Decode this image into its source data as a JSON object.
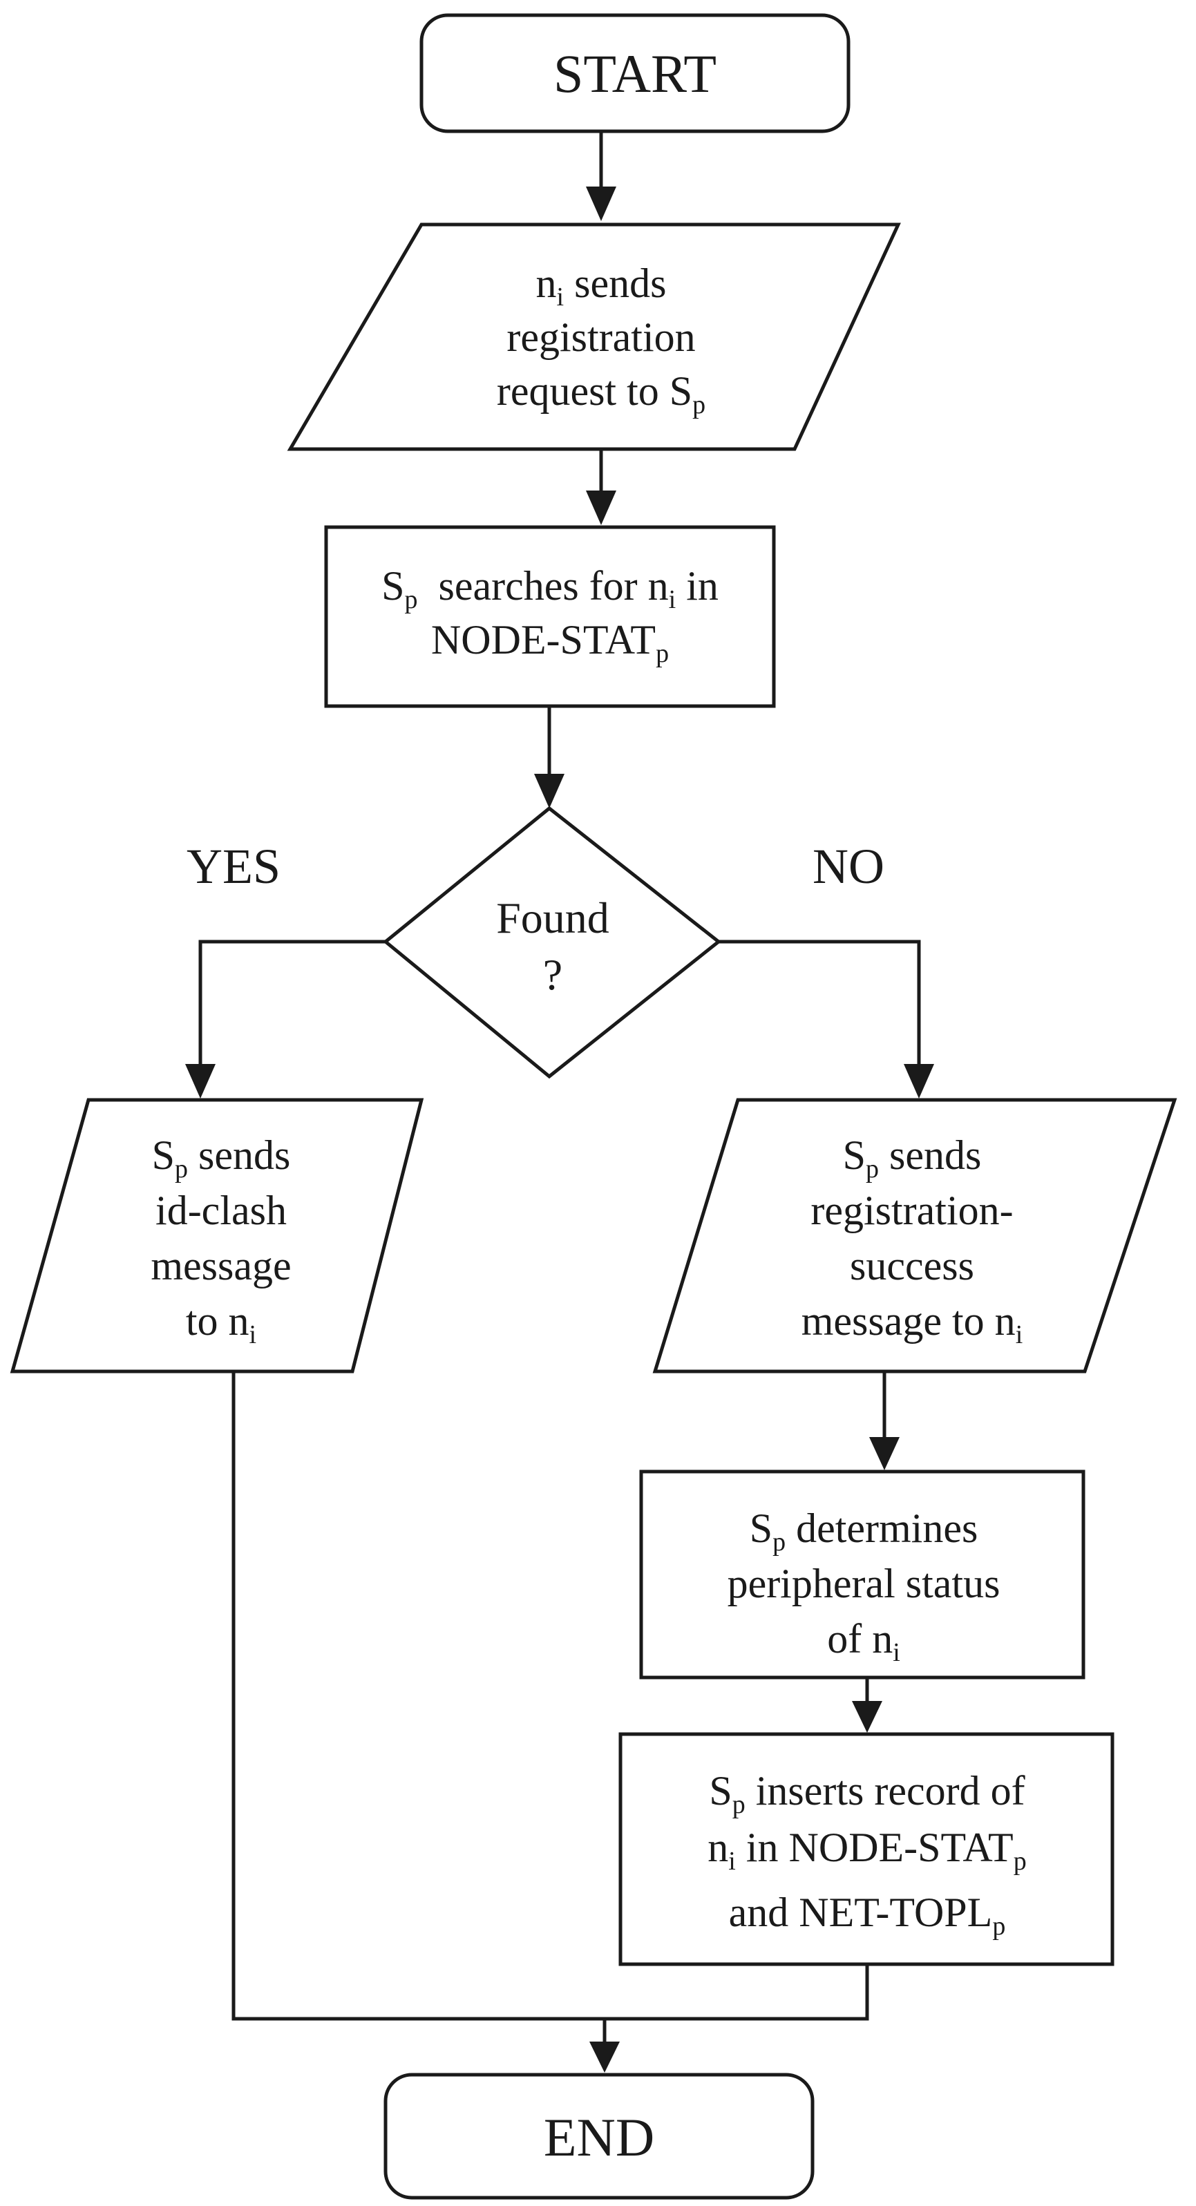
{
  "nodes": {
    "start": {
      "text": "START"
    },
    "request": {
      "lines": [
        [
          {
            "t": "n"
          },
          {
            "sub": "i"
          },
          {
            "t": " sends"
          }
        ],
        [
          {
            "t": "registration"
          }
        ],
        [
          {
            "t": "request to S"
          },
          {
            "sub": "p"
          }
        ]
      ]
    },
    "search": {
      "lines": [
        [
          {
            "t": "S"
          },
          {
            "sub": "p"
          },
          {
            "t": "  searches for n"
          },
          {
            "sub": "i"
          },
          {
            "t": " in"
          }
        ],
        [
          {
            "t": "NODE-STAT"
          },
          {
            "sub": "p"
          }
        ]
      ]
    },
    "decision": {
      "lines": [
        [
          {
            "t": "Found"
          }
        ],
        [
          {
            "t": "?"
          }
        ]
      ]
    },
    "clash": {
      "lines": [
        [
          {
            "t": "S"
          },
          {
            "sub": "p"
          },
          {
            "t": " sends"
          }
        ],
        [
          {
            "t": "id-clash"
          }
        ],
        [
          {
            "t": "message"
          }
        ],
        [
          {
            "t": "to n"
          },
          {
            "sub": "i"
          }
        ]
      ]
    },
    "success": {
      "lines": [
        [
          {
            "t": "S"
          },
          {
            "sub": "p"
          },
          {
            "t": " sends"
          }
        ],
        [
          {
            "t": "registration-"
          }
        ],
        [
          {
            "t": "success"
          }
        ],
        [
          {
            "t": "message to n"
          },
          {
            "sub": "i"
          }
        ]
      ]
    },
    "peripheral": {
      "lines": [
        [
          {
            "t": "S"
          },
          {
            "sub": "p"
          },
          {
            "t": " determines"
          }
        ],
        [
          {
            "t": "peripheral status"
          }
        ],
        [
          {
            "t": "of n"
          },
          {
            "sub": "i"
          }
        ]
      ]
    },
    "insert": {
      "lines": [
        [
          {
            "t": "S"
          },
          {
            "sub": "p"
          },
          {
            "t": " inserts record of"
          }
        ],
        [
          {
            "t": "n"
          },
          {
            "sub": "i"
          },
          {
            "t": " in NODE-STAT"
          },
          {
            "sub": "p"
          }
        ],
        [
          {
            "t": "and NET-TOPL"
          },
          {
            "sub": "p"
          }
        ]
      ]
    },
    "end": {
      "text": "END"
    }
  },
  "branches": {
    "yes": "YES",
    "no": "NO"
  }
}
